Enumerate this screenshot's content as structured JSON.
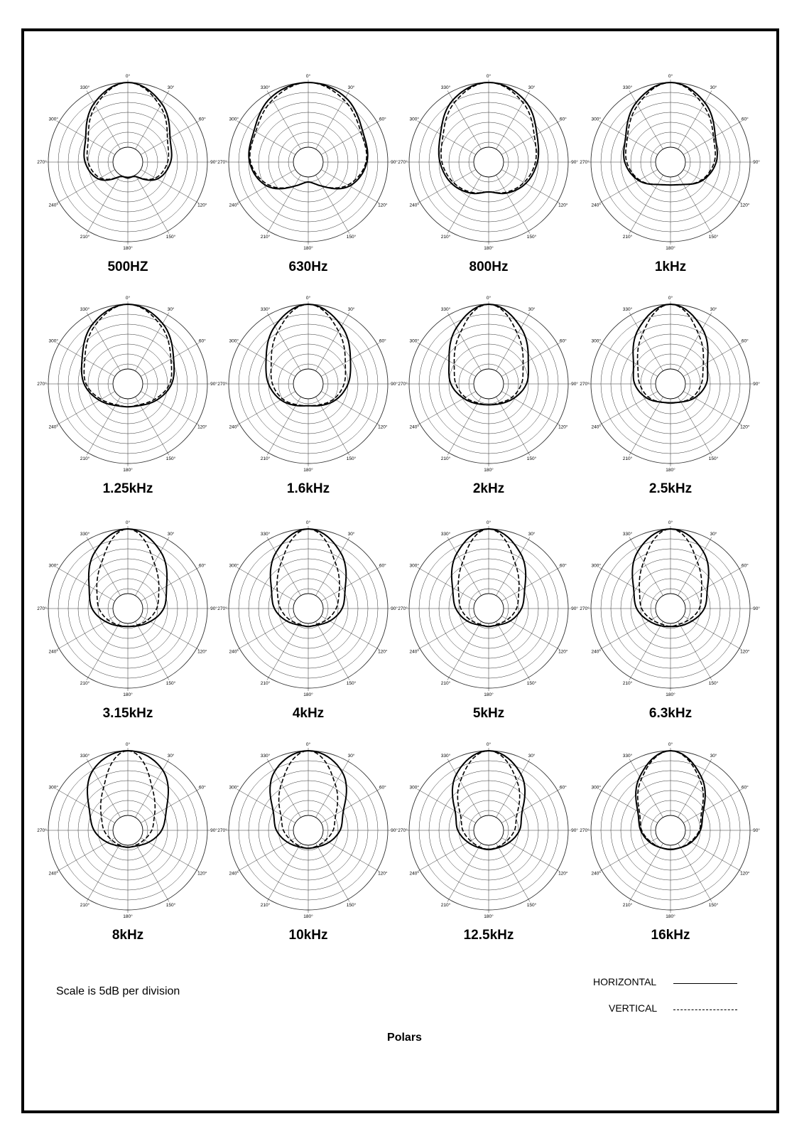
{
  "chart_data": {
    "type": "polar",
    "angle_labels": [
      "0°",
      "30°",
      "60°",
      "90°",
      "120°",
      "150°",
      "180°",
      "210°",
      "240°",
      "270°",
      "300°",
      "330°"
    ],
    "rings": 8,
    "scale_note": "Scale is 5dB per division",
    "title": "Polars",
    "legend": [
      {
        "name": "HORIZONTAL",
        "style": "solid"
      },
      {
        "name": "VERTICAL",
        "style": "dashed"
      }
    ],
    "angles_deg": [
      0,
      30,
      60,
      90,
      120,
      150,
      180,
      210,
      240,
      270,
      300,
      330
    ],
    "panels": [
      {
        "label": "500HZ",
        "horizontal": [
          8,
          6.8,
          4.9,
          4.3,
          3.4,
          1.7,
          1.6,
          1.7,
          3.4,
          4.3,
          4.9,
          6.8
        ],
        "vertical": [
          8,
          6.5,
          4.6,
          4.0,
          3.2,
          1.7,
          1.6,
          1.7,
          3.2,
          4.0,
          4.6,
          6.5
        ]
      },
      {
        "label": "630Hz",
        "horizontal": [
          8,
          7.5,
          6.3,
          5.9,
          4.8,
          2.8,
          2.0,
          2.8,
          4.8,
          5.9,
          6.3,
          7.5
        ],
        "vertical": [
          8,
          7.2,
          6.1,
          5.8,
          4.6,
          2.8,
          2.0,
          2.8,
          4.6,
          5.8,
          6.1,
          7.2
        ]
      },
      {
        "label": "800Hz",
        "horizontal": [
          8,
          7.2,
          5.6,
          4.9,
          4.3,
          3.6,
          3.0,
          3.6,
          4.3,
          4.9,
          5.6,
          7.2
        ],
        "vertical": [
          8,
          6.9,
          5.3,
          4.7,
          4.1,
          3.5,
          3.0,
          3.5,
          4.1,
          4.7,
          5.3,
          6.9
        ]
      },
      {
        "label": "1kHz",
        "horizontal": [
          8,
          6.9,
          5.2,
          4.6,
          3.7,
          2.6,
          2.3,
          2.6,
          3.7,
          4.6,
          5.2,
          6.9
        ],
        "vertical": [
          8,
          6.6,
          5.0,
          4.4,
          3.6,
          2.6,
          2.3,
          2.6,
          3.6,
          4.4,
          5.0,
          6.6
        ]
      },
      {
        "label": "1.25kHz",
        "horizontal": [
          8,
          7.0,
          5.3,
          4.4,
          3.3,
          2.5,
          2.3,
          2.5,
          3.3,
          4.4,
          5.3,
          7.0
        ],
        "vertical": [
          8,
          6.7,
          5.0,
          4.2,
          3.1,
          2.4,
          2.3,
          2.4,
          3.1,
          4.2,
          5.0,
          6.7
        ]
      },
      {
        "label": "1.6kHz",
        "horizontal": [
          8,
          6.7,
          4.9,
          4.0,
          3.2,
          2.5,
          2.2,
          2.5,
          3.2,
          4.0,
          4.9,
          6.7
        ],
        "vertical": [
          8,
          6.1,
          4.3,
          3.6,
          3.0,
          2.4,
          2.2,
          2.4,
          3.0,
          3.6,
          4.3,
          6.1
        ]
      },
      {
        "label": "2kHz",
        "horizontal": [
          8,
          6.5,
          4.6,
          3.8,
          2.9,
          2.3,
          2.1,
          2.3,
          2.9,
          3.8,
          4.6,
          6.5
        ],
        "vertical": [
          8,
          5.8,
          4.0,
          3.3,
          2.7,
          2.2,
          2.1,
          2.2,
          2.7,
          3.3,
          4.0,
          5.8
        ]
      },
      {
        "label": "2.5kHz",
        "horizontal": [
          8,
          6.4,
          4.3,
          3.6,
          2.8,
          2.1,
          1.9,
          2.1,
          2.8,
          3.6,
          4.3,
          6.4
        ],
        "vertical": [
          8,
          5.7,
          3.8,
          3.1,
          2.6,
          2.1,
          1.9,
          2.1,
          2.6,
          3.1,
          3.8,
          5.7
        ]
      },
      {
        "label": "3.15kHz",
        "horizontal": [
          8,
          6.6,
          4.5,
          3.6,
          2.6,
          2.0,
          1.8,
          2.0,
          2.6,
          3.6,
          4.5,
          6.6
        ],
        "vertical": [
          8,
          5.3,
          3.6,
          2.9,
          2.3,
          1.9,
          1.8,
          1.9,
          2.3,
          2.9,
          3.6,
          5.3
        ]
      },
      {
        "label": "4kHz",
        "horizontal": [
          8,
          6.5,
          4.3,
          3.4,
          2.5,
          1.9,
          1.8,
          1.9,
          2.5,
          3.4,
          4.3,
          6.5
        ],
        "vertical": [
          8,
          5.4,
          3.6,
          2.8,
          2.2,
          1.8,
          1.8,
          1.8,
          2.2,
          2.8,
          3.6,
          5.4
        ]
      },
      {
        "label": "5kHz",
        "horizontal": [
          8,
          6.4,
          4.2,
          3.3,
          2.5,
          1.9,
          1.8,
          1.9,
          2.5,
          3.3,
          4.2,
          6.4
        ],
        "vertical": [
          8,
          5.3,
          3.5,
          2.8,
          2.2,
          1.8,
          1.8,
          1.8,
          2.2,
          2.8,
          3.5,
          5.3
        ]
      },
      {
        "label": "6.3kHz",
        "horizontal": [
          8,
          6.6,
          4.3,
          3.4,
          2.5,
          2.0,
          1.8,
          2.0,
          2.5,
          3.4,
          4.3,
          6.6
        ],
        "vertical": [
          8,
          5.4,
          3.6,
          2.9,
          2.2,
          1.8,
          1.8,
          1.8,
          2.2,
          2.9,
          3.6,
          5.4
        ]
      },
      {
        "label": "8kHz",
        "horizontal": [
          8,
          7.0,
          4.5,
          3.4,
          2.4,
          1.8,
          1.7,
          1.8,
          2.4,
          3.4,
          4.5,
          7.0
        ],
        "vertical": [
          8,
          4.9,
          3.1,
          2.4,
          1.9,
          1.7,
          1.7,
          1.7,
          1.9,
          2.4,
          3.1,
          4.9
        ]
      },
      {
        "label": "10kHz",
        "horizontal": [
          8,
          6.8,
          4.1,
          3.2,
          2.4,
          1.9,
          1.8,
          1.9,
          2.4,
          3.2,
          4.1,
          6.8
        ],
        "vertical": [
          8,
          5.4,
          3.2,
          2.5,
          2.0,
          1.8,
          1.8,
          1.8,
          2.0,
          2.5,
          3.2,
          5.4
        ]
      },
      {
        "label": "12.5kHz",
        "horizontal": [
          8,
          6.5,
          3.9,
          3.1,
          2.4,
          2.0,
          1.9,
          2.0,
          2.4,
          3.1,
          3.9,
          6.5
        ],
        "vertical": [
          8,
          5.7,
          3.3,
          2.6,
          2.1,
          1.9,
          1.9,
          1.9,
          2.1,
          2.6,
          3.3,
          5.7
        ]
      },
      {
        "label": "16kHz",
        "horizontal": [
          8,
          6.2,
          3.8,
          3.0,
          2.4,
          2.0,
          1.9,
          2.0,
          2.4,
          3.0,
          3.8,
          6.2
        ],
        "vertical": [
          8,
          5.9,
          3.6,
          2.9,
          2.3,
          2.0,
          1.9,
          2.0,
          2.3,
          2.9,
          3.6,
          5.9
        ]
      }
    ]
  }
}
